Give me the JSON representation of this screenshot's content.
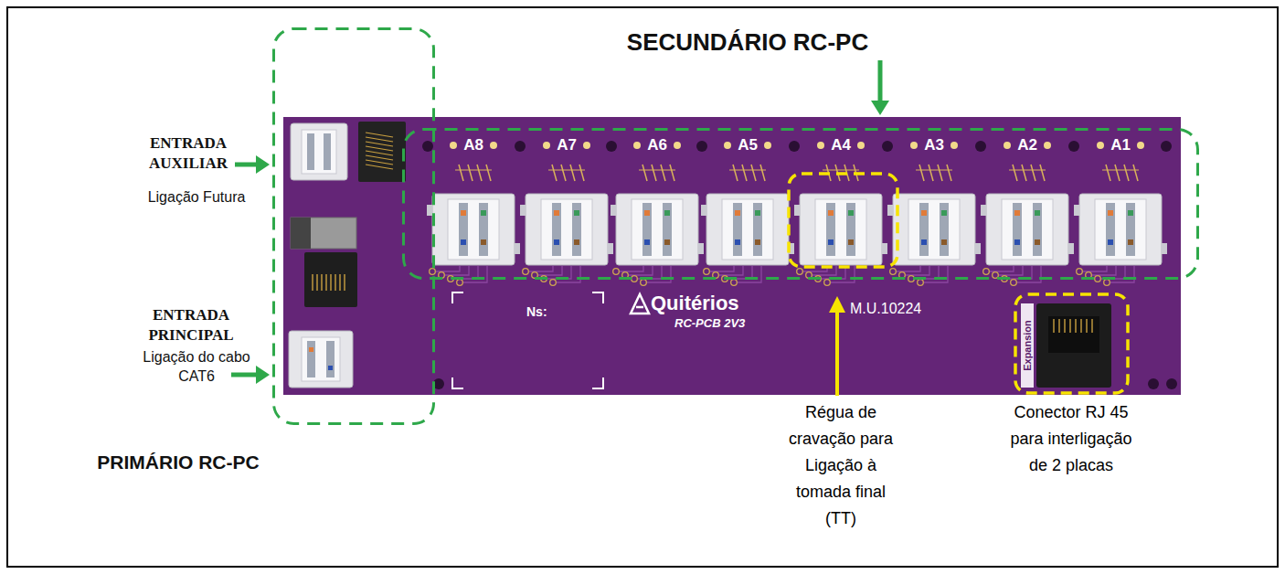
{
  "diagram": {
    "nodes": [
      {
        "text": [
          "SECUNDÁRIO RC-PC"
        ]
      },
      {
        "text": [
          "PRIMÁRIO RC-PC"
        ]
      }
    ],
    "labels": [
      "ENTRADA AUXILIAR",
      "Ligação Futura",
      "ENTRADA PRINCIPAL",
      "Ligação do cabo CAT6",
      "A8",
      "A7",
      "A6",
      "A5",
      "A4",
      "A3",
      "A2",
      "A1",
      "Quitérios",
      "RC-PCB 2V3",
      "M.U.10224",
      "Ns:",
      "Expansion",
      "Régua de cravação para Ligação à tomada final (TT)",
      "Conector RJ 45 para interligação de 2 placas"
    ]
  }
}
